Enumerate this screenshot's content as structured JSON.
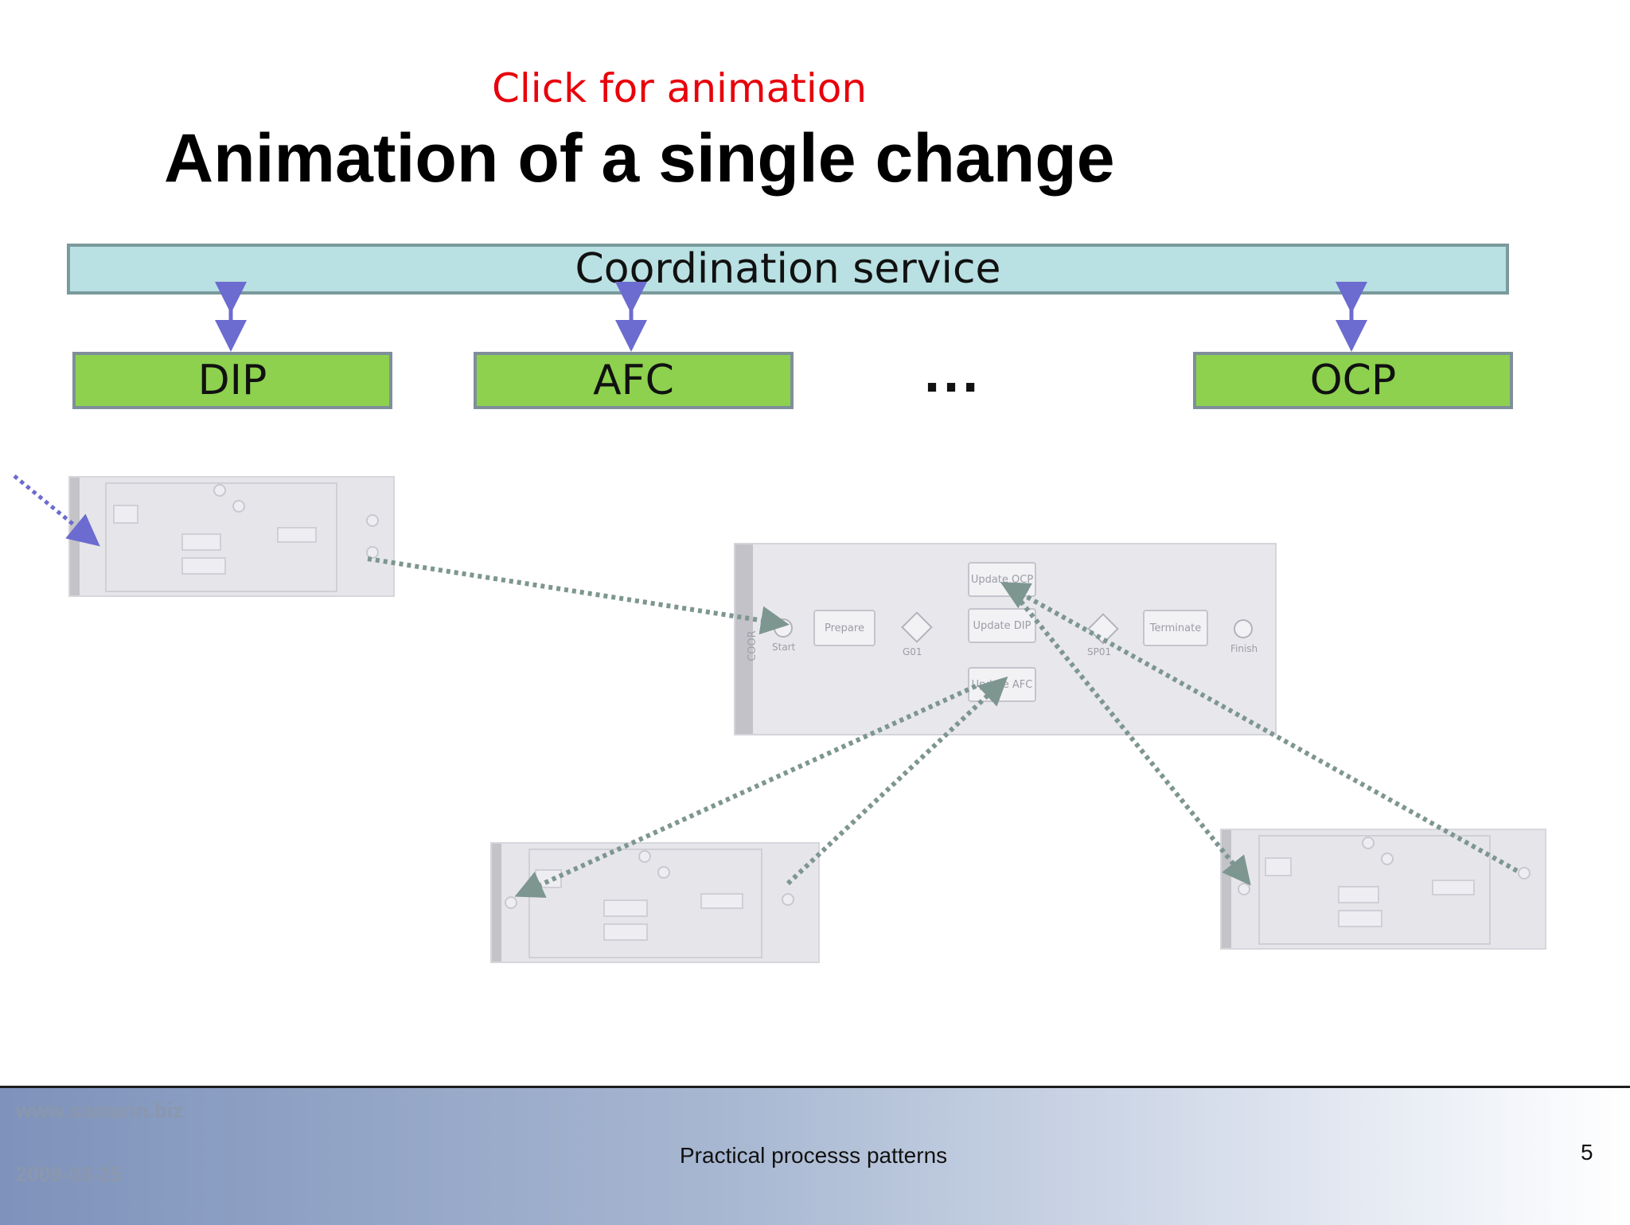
{
  "slide": {
    "click_hint": "Click for animation",
    "title": "Animation of a single change",
    "coordination_service": "Coordination service",
    "services": [
      "DIP",
      "AFC",
      "OCP"
    ],
    "ellipsis": "...",
    "main_process": {
      "nodes": {
        "start": "Start",
        "prepare": "Prepare",
        "gateway_split": "G01",
        "update_ocp": "Update OCP",
        "update_dip": "Update DIP",
        "update_afc": "Update AFC",
        "gateway_join": "SP01",
        "terminate": "Terminate",
        "finish": "Finish"
      },
      "lane": "COOR"
    }
  },
  "footer": {
    "site": "www.samarin.biz",
    "date": "2009-08-25",
    "deck_title": "Practical processs patterns",
    "page_number": "5"
  },
  "colors": {
    "click_hint": "#e8000b",
    "coordination_bar": "#b9e0e2",
    "service_box": "#8dd14f",
    "arrow": "#6b6bd0",
    "dotted_link": "#7e9690"
  }
}
